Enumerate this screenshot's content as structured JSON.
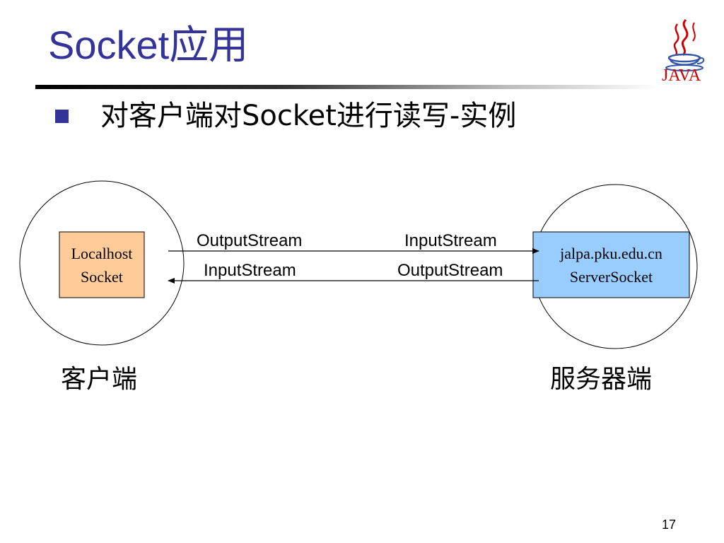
{
  "slide": {
    "title": "Socket应用",
    "bullet": "对客户端对Socket进行读写-实例",
    "page_number": "17"
  },
  "logo": {
    "text": "JAVA",
    "icon": "java-coffee-cup-icon"
  },
  "diagram": {
    "client": {
      "box_line1": "Localhost",
      "box_line2": "Socket",
      "caption": "客户端",
      "box_color": "#FFCC99"
    },
    "server": {
      "box_line1": "jalpa.pku.edu.cn",
      "box_line2": "ServerSocket",
      "caption": "服务器端",
      "box_color": "#99CCFF"
    },
    "top_arrow": {
      "left_label": "OutputStream",
      "right_label": "InputStream",
      "direction": "client-to-server"
    },
    "bottom_arrow": {
      "left_label": "InputStream",
      "right_label": "OutputStream",
      "direction": "server-to-client"
    }
  },
  "colors": {
    "title": "#333399",
    "bullet": "#333399"
  }
}
